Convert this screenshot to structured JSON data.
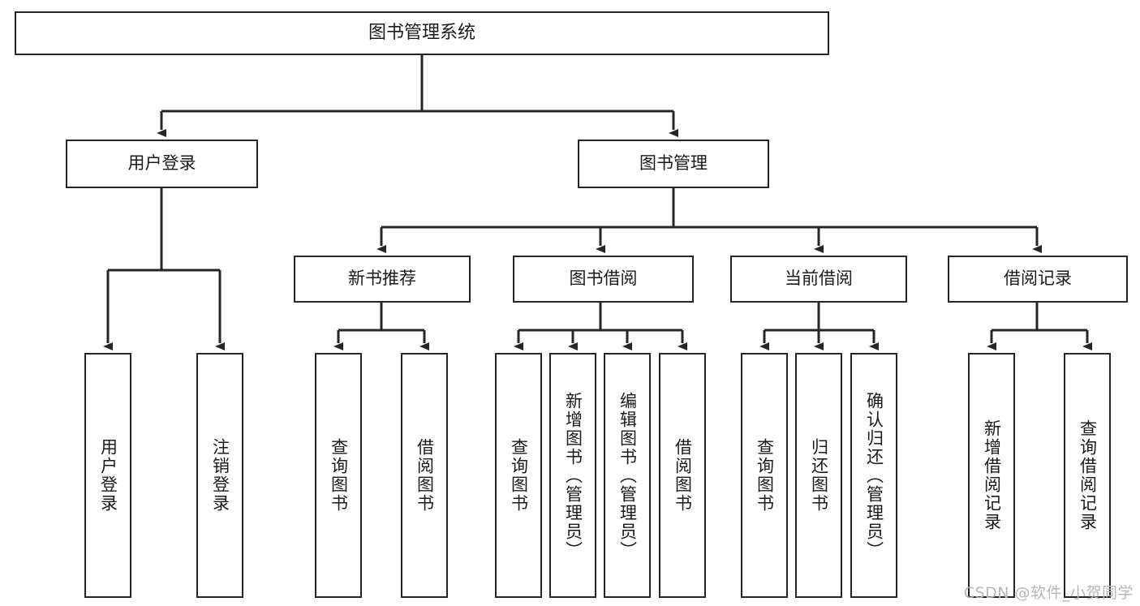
{
  "diagram": {
    "type": "tree-hierarchy",
    "title": "图书管理系统",
    "watermark": "CSDN @软件_小贺同学",
    "colors": {
      "stroke": "#262626",
      "fill": "#ffffff",
      "text": "#1a1a1a",
      "watermark": "#b7b7b7"
    },
    "levels": {
      "root": "图书管理系统",
      "level2": [
        "用户登录",
        "图书管理"
      ],
      "level3": [
        "新书推荐",
        "图书借阅",
        "当前借阅",
        "借阅记录"
      ]
    },
    "nodes": {
      "root": {
        "label": "图书管理系统"
      },
      "user_login": {
        "label": "用户登录"
      },
      "book_manage": {
        "label": "图书管理"
      },
      "new_book_rec": {
        "label": "新书推荐"
      },
      "book_borrow": {
        "label": "图书借阅"
      },
      "current_borrow": {
        "label": "当前借阅"
      },
      "borrow_record": {
        "label": "借阅记录"
      },
      "leaf_user_login": {
        "label": "用户登录"
      },
      "leaf_logout": {
        "label": "注销登录"
      },
      "leaf_query_book_a": {
        "label": "查询图书"
      },
      "leaf_borrow_book_a": {
        "label": "借阅图书"
      },
      "leaf_query_book_b": {
        "label": "查询图书"
      },
      "leaf_add_book": {
        "label": "新增图书（管理员）"
      },
      "leaf_edit_book": {
        "label": "编辑图书（管理员）"
      },
      "leaf_borrow_book_b": {
        "label": "借阅图书"
      },
      "leaf_query_book_c": {
        "label": "查询图书"
      },
      "leaf_return_book": {
        "label": "归还图书"
      },
      "leaf_confirm_return": {
        "label": "确认归还（管理员）"
      },
      "leaf_add_record": {
        "label": "新增借阅记录"
      },
      "leaf_query_record": {
        "label": "查询借阅记录"
      }
    },
    "edges": [
      {
        "from": "root",
        "to": "user_login"
      },
      {
        "from": "root",
        "to": "book_manage"
      },
      {
        "from": "user_login",
        "to": "leaf_user_login"
      },
      {
        "from": "user_login",
        "to": "leaf_logout"
      },
      {
        "from": "book_manage",
        "to": "new_book_rec"
      },
      {
        "from": "book_manage",
        "to": "book_borrow"
      },
      {
        "from": "book_manage",
        "to": "current_borrow"
      },
      {
        "from": "book_manage",
        "to": "borrow_record"
      },
      {
        "from": "new_book_rec",
        "to": "leaf_query_book_a"
      },
      {
        "from": "new_book_rec",
        "to": "leaf_borrow_book_a"
      },
      {
        "from": "book_borrow",
        "to": "leaf_query_book_b"
      },
      {
        "from": "book_borrow",
        "to": "leaf_add_book"
      },
      {
        "from": "book_borrow",
        "to": "leaf_edit_book"
      },
      {
        "from": "book_borrow",
        "to": "leaf_borrow_book_b"
      },
      {
        "from": "current_borrow",
        "to": "leaf_query_book_c"
      },
      {
        "from": "current_borrow",
        "to": "leaf_return_book"
      },
      {
        "from": "current_borrow",
        "to": "leaf_confirm_return"
      },
      {
        "from": "borrow_record",
        "to": "leaf_add_record"
      },
      {
        "from": "borrow_record",
        "to": "leaf_query_record"
      }
    ]
  }
}
